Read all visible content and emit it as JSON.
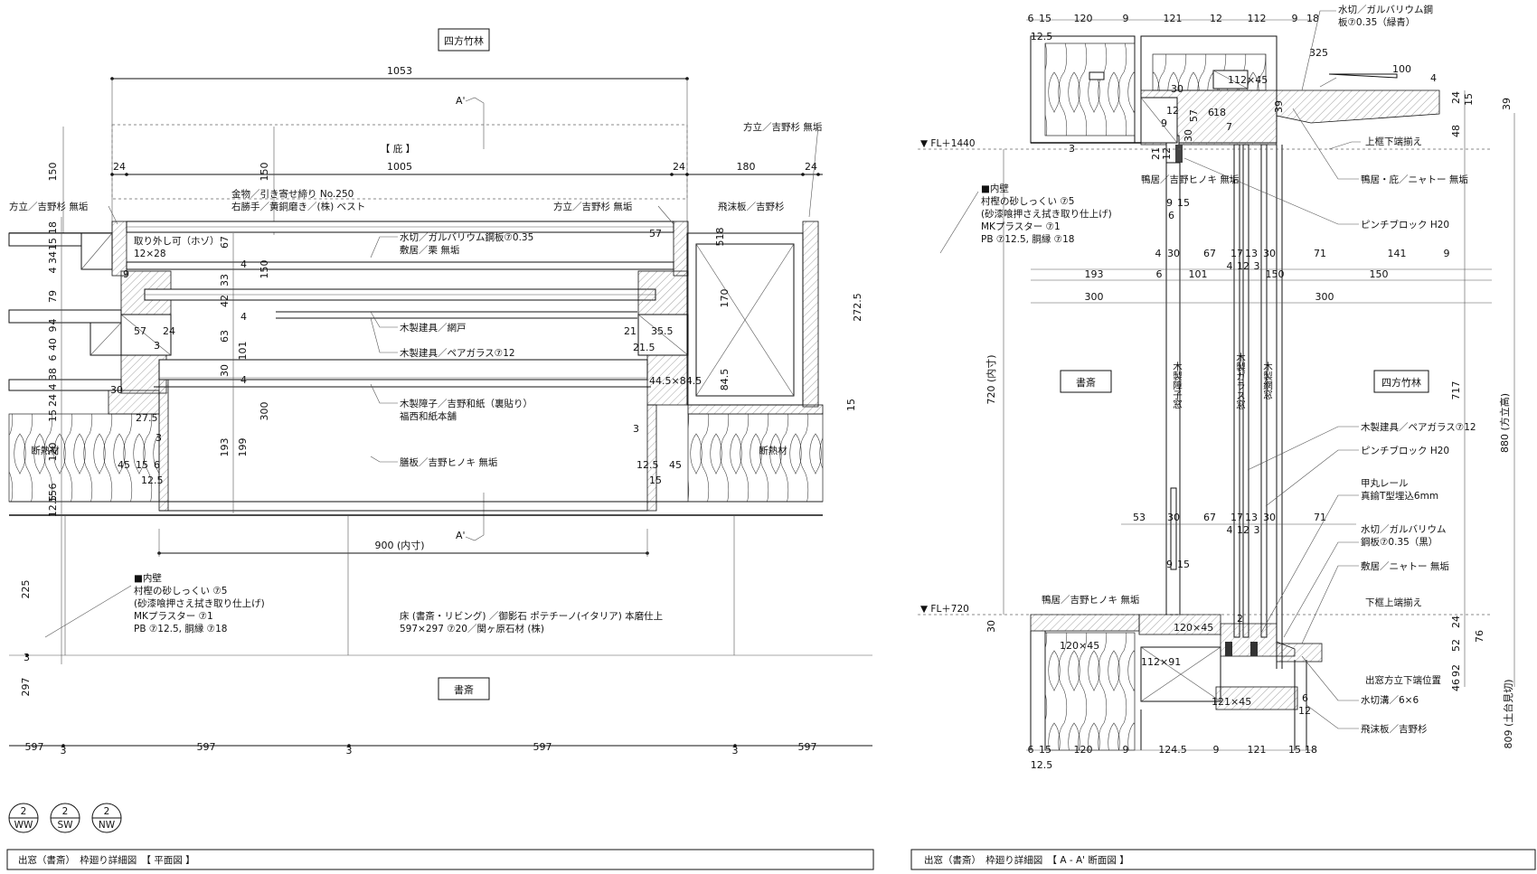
{
  "plan": {
    "title_footer": "出窓（書斎）　枠廻り詳細図　【 平面図 】",
    "rooms": {
      "top": "四方竹林",
      "bottom": "書斎"
    },
    "section_markers": {
      "top": "A'",
      "bottom": "A'"
    },
    "eave_label": "【 庇 】",
    "dims_top": {
      "overall": "1053",
      "inner": "1005",
      "d150": "150",
      "d24a": "24",
      "d24b": "24",
      "d180": "180",
      "d24c": "24",
      "d150b": "150"
    },
    "dims_left": [
      "18",
      "34",
      "15",
      "4",
      "79",
      "4",
      "9",
      "40",
      "6",
      "38",
      "4",
      "24",
      "15",
      "120",
      "6",
      "15",
      "12.5",
      "225",
      "3",
      "297"
    ],
    "dims_mid": [
      "67",
      "4",
      "33",
      "42",
      "4",
      "63",
      "30",
      "4",
      "150",
      "101",
      "199",
      "193",
      "300"
    ],
    "dims_misc": [
      "57",
      "24",
      "3",
      "9",
      "57",
      "21",
      "35.5",
      "21.5",
      "44.5×84.5",
      "170",
      "84.5",
      "272.5",
      "15",
      "3",
      "12.5",
      "45",
      "15",
      "30",
      "27.5",
      "3",
      "45",
      "15",
      "6",
      "12.5",
      "518"
    ],
    "dims_inner": "900 (内寸)",
    "dims_bottom": [
      "597",
      "3",
      "597",
      "3",
      "597",
      "3",
      "597"
    ],
    "annotations": [
      "金物／引き寄せ締り No.250",
      "右勝手／黄銅磨き／(株) ベスト",
      "方立／吉野杉 無垢",
      "方立／吉野杉 無垢",
      "方立／吉野杉 無垢",
      "取り外し可（ホゾ）",
      "12×28",
      "飛沫板／吉野杉",
      "水切／ガルバリウム鋼板⑦0.35",
      "敷居／栗 無垢",
      "木製建具／網戸",
      "木製建具／ペアガラス⑦12",
      "木製障子／吉野和紙（裏貼り）",
      "福西和紙本舗",
      "膳板／吉野ヒノキ 無垢",
      "断熱材",
      "断熱材"
    ],
    "wall_note": [
      "■内壁",
      "村樫の砂しっくい ⑦5",
      "(砂漆喰押さえ拭き取り仕上げ)",
      "MKプラスター ⑦1",
      "PB ⑦12.5, 胴縁 ⑦18"
    ],
    "floor_note": [
      "床 (書斎・リビング) ／御影石 ポテチーノ(イタリア) 本磨仕上",
      "597×297 ⑦20／関ヶ原石材 (株)"
    ],
    "badges": [
      {
        "num": "2",
        "code": "WW"
      },
      {
        "num": "2",
        "code": "SW"
      },
      {
        "num": "2",
        "code": "NW"
      }
    ]
  },
  "section": {
    "title_footer": "出窓（書斎）　枠廻り詳細図　【 A - A' 断面図 】",
    "rooms": {
      "left": "書斎",
      "right": "四方竹林"
    },
    "levels": [
      "▼ FL＋1440",
      "▼ FL＋720"
    ],
    "dims_top": [
      "6",
      "15",
      "120",
      "9",
      "121",
      "12",
      "112",
      "9",
      "18",
      "12.5"
    ],
    "dims_bottom": [
      "6",
      "15",
      "120",
      "9",
      "124.5",
      "9",
      "121",
      "15",
      "18",
      "12.5"
    ],
    "dims_row1": [
      "4",
      "30",
      "67",
      "17",
      "13",
      "30",
      "71",
      "141",
      "9",
      "4",
      "12",
      "3"
    ],
    "dims_row2": [
      "193",
      "6",
      "101",
      "150",
      "150"
    ],
    "dims_row3": [
      "300",
      "300"
    ],
    "dims_row4": [
      "53",
      "30",
      "67",
      "17",
      "13",
      "30",
      "71",
      "4",
      "12",
      "3"
    ],
    "dims_misc": [
      "100",
      "4",
      "325",
      "30",
      "112×45",
      "12",
      "57",
      "9",
      "6",
      "21",
      "12",
      "3",
      "30",
      "39",
      "18",
      "7",
      "9",
      "15",
      "6",
      "9",
      "15",
      "30",
      "120×45",
      "112×91",
      "121×45",
      "6",
      "12",
      "2"
    ],
    "dims_right": [
      "24",
      "15",
      "39",
      "48",
      "717",
      "880 (方立高)",
      "24",
      "52",
      "76",
      "92",
      "46",
      "809 (土台見切)"
    ],
    "height_label": "720 (内寸)",
    "vertical_labels": [
      "木製障子窓",
      "木製ガラス窓",
      "木製網窓"
    ],
    "annotations_right": [
      "水切／ガルバリウム鋼",
      "板⑦0.35（緑青）",
      "上框下端揃え",
      "鴨居・庇／ニャトー 無垢",
      "ピンチブロック H20",
      "木製建具／ペアガラス⑦12",
      "ピンチブロック H20",
      "甲丸レール",
      "真鍮T型埋込6mm",
      "水切／ガルバリウム",
      "鋼板⑦0.35（黒）",
      "敷居／ニャトー 無垢",
      "下框上端揃え",
      "出窓方立下端位置",
      "水切溝／6×6",
      "飛沫板／吉野杉"
    ],
    "annotations_left": [
      "鴨居／吉野ヒノキ 無垢",
      "鴨居／吉野ヒノキ 無垢"
    ],
    "wall_note": [
      "■内壁",
      "村樫の砂しっくい ⑦5",
      "(砂漆喰押さえ拭き取り仕上げ)",
      "MKプラスター ⑦1",
      "PB ⑦12.5, 胴縁 ⑦18"
    ]
  }
}
